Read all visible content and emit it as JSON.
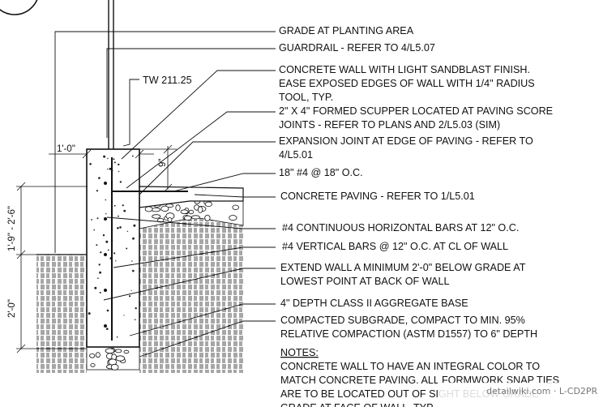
{
  "elevation_label": "TW 211.25",
  "dimensions": {
    "wall_width": "1'-0\"",
    "height_range": "1'-9\" - 2'-6\"",
    "below_grade": "2'-0\"",
    "paving_offset": "9\""
  },
  "callouts": [
    [
      "GRADE AT PLANTING AREA"
    ],
    [
      "GUARDRAIL - REFER TO 4/L5.07"
    ],
    [
      "CONCRETE  WALL WITH LIGHT SANDBLAST FINISH.",
      "EASE EXPOSED EDGES OF WALL WITH 1/4\" RADIUS",
      "TOOL, TYP."
    ],
    [
      "2\" X 4\" FORMED SCUPPER  LOCATED AT PAVING SCORE",
      "JOINTS - REFER TO PLANS AND 2/L5.03 (SIM)"
    ],
    [
      "EXPANSION JOINT AT EDGE OF PAVING  - REFER TO",
      "4/L5.01"
    ],
    [
      "18\" #4 @ 18\" O.C."
    ],
    [
      "CONCRETE PAVING - REFER TO 1/L5.01"
    ],
    [
      "#4 CONTINUOUS HORIZONTAL BARS AT 12\" O.C."
    ],
    [
      "#4 VERTICAL BARS @ 12\" O.C. AT CL OF WALL"
    ],
    [
      "EXTEND WALL A MINIMUM 2'-0\" BELOW GRADE AT",
      "LOWEST POINT AT BACK OF WALL"
    ],
    [
      "4\" DEPTH CLASS II AGGREGATE BASE"
    ],
    [
      "COMPACTED SUBGRADE, COMPACT TO MIN. 95%",
      "RELATIVE COMPACTION (ASTM D1557) TO 6\" DEPTH"
    ]
  ],
  "notes": {
    "heading": "NOTES:",
    "lines": [
      "CONCRETE WALL TO HAVE AN INTEGRAL COLOR TO",
      "MATCH CONCRETE PAVING. ALL FORMWORK SNAP TIES",
      "ARE TO BE LOCATED OUT OF SIGHT BELOW GRADE",
      "GRADE AT FACE OF WALL, TYP."
    ]
  },
  "watermark": "detailwiki.com · L-CD2PR"
}
